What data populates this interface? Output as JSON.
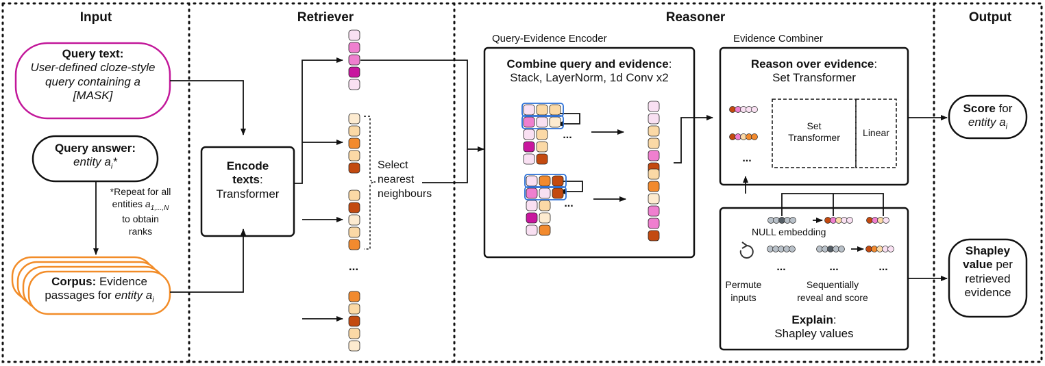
{
  "sections": {
    "input": "Input",
    "retriever": "Retriever",
    "reasoner": "Reasoner",
    "output": "Output"
  },
  "input": {
    "query_text_title": "Query text:",
    "query_text_line1": "User-defined cloze-style",
    "query_text_line2": "query containing a",
    "query_text_line3": "[MASK]",
    "query_answer_title": "Query answer:",
    "query_answer_entity": "entity a",
    "query_answer_sub": "i",
    "query_answer_star": "*",
    "repeat_line1": "*Repeat for all",
    "repeat_line2a": "entities ",
    "repeat_line2b": "a",
    "repeat_line2c": "1,...,N",
    "repeat_line3": "to obtain",
    "repeat_line4": "ranks",
    "corpus_title": "Corpus:",
    "corpus_rest": " Evidence",
    "corpus_line2a": "passages for ",
    "corpus_line2b": "entity a",
    "corpus_line2c": "i"
  },
  "retriever": {
    "encode_title": "Encode",
    "encode_title2": "texts",
    "encode_colon": ":",
    "encode_model": "Transformer",
    "select_line1": "Select",
    "select_line2": "nearest",
    "select_line3": "neighbours",
    "ellipsis": "..."
  },
  "reasoner": {
    "encoder_label": "Query-Evidence Encoder",
    "encoder_title": "Combine query and evidence",
    "encoder_colon": ":",
    "encoder_ops": "Stack, LayerNorm, 1d Conv x2",
    "combiner_label": "Evidence Combiner",
    "combiner_title": "Reason over evidence",
    "combiner_colon": ":",
    "combiner_model": "Set Transformer",
    "set_transformer_line1": "Set",
    "set_transformer_line2": "Transformer",
    "linear": "Linear",
    "null_embedding": "NULL embedding",
    "permute_line1": "Permute",
    "permute_line2": "inputs",
    "reveal_line1": "Sequentially",
    "reveal_line2": "reveal and score",
    "explain_title": "Explain",
    "explain_colon": ":",
    "explain_values": "Shapley values",
    "ellipsis": "..."
  },
  "output": {
    "score_bold": "Score",
    "score_rest": " for",
    "score_entity": "entity a",
    "score_sub": "i",
    "shapley_bold1": "Shapley",
    "shapley_bold2": "value",
    "shapley_rest": " per",
    "shapley_line3": "retrieved",
    "shapley_line4": "evidence"
  },
  "colors": {
    "query_border": "#c2189a",
    "corpus_border": "#f28c28",
    "box_border": "#111111",
    "cell_blue": "#2a6fd6",
    "pale_pink": "#f9e0f2",
    "pink": "#ef7fcf",
    "magenta": "#c8179e",
    "peach": "#fbd9a6",
    "pale_peach": "#fdebd0",
    "orange": "#f28a2e",
    "rust": "#c34a10",
    "gray": "#b8c0c8",
    "dark_gray": "#555e66"
  },
  "icons": {
    "refresh": "refresh-icon"
  }
}
